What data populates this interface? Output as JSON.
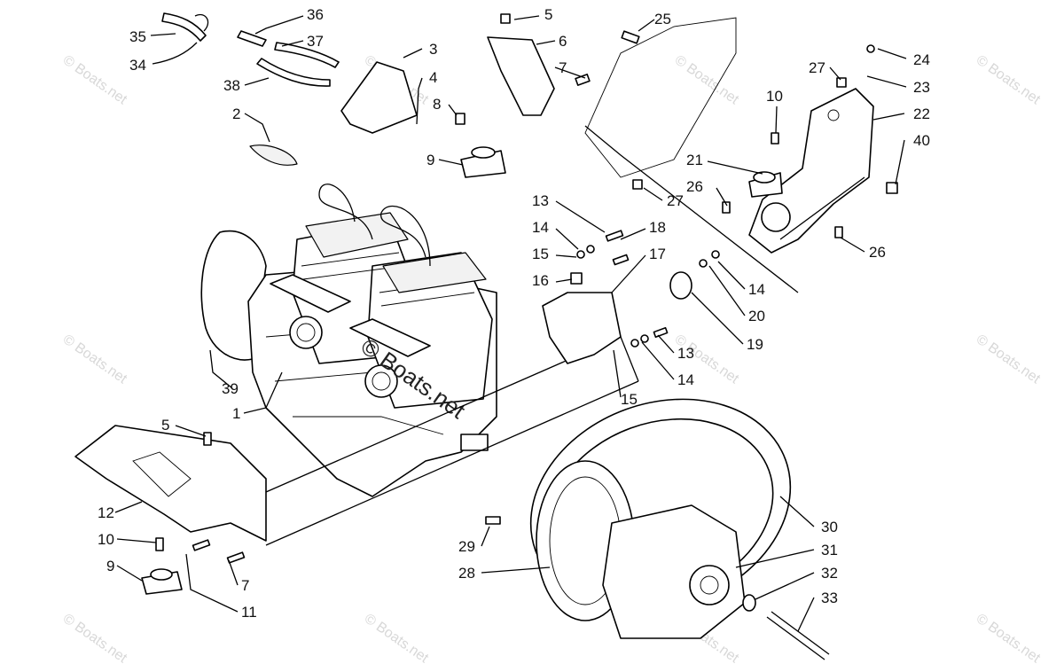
{
  "watermark": {
    "text": "© Boats.net",
    "center_text": "© Boats.net"
  },
  "callouts": [
    {
      "id": "c35",
      "label": "35"
    },
    {
      "id": "c34",
      "label": "34"
    },
    {
      "id": "c36",
      "label": "36"
    },
    {
      "id": "c37",
      "label": "37"
    },
    {
      "id": "c38",
      "label": "38"
    },
    {
      "id": "c3",
      "label": "3"
    },
    {
      "id": "c4",
      "label": "4"
    },
    {
      "id": "c2",
      "label": "2"
    },
    {
      "id": "c5a",
      "label": "5"
    },
    {
      "id": "c6",
      "label": "6"
    },
    {
      "id": "c7a",
      "label": "7"
    },
    {
      "id": "c8",
      "label": "8"
    },
    {
      "id": "c9a",
      "label": "9"
    },
    {
      "id": "c25",
      "label": "25"
    },
    {
      "id": "c24",
      "label": "24"
    },
    {
      "id": "c27a",
      "label": "27"
    },
    {
      "id": "c23",
      "label": "23"
    },
    {
      "id": "c10a",
      "label": "10"
    },
    {
      "id": "c22",
      "label": "22"
    },
    {
      "id": "c40",
      "label": "40"
    },
    {
      "id": "c21",
      "label": "21"
    },
    {
      "id": "c26a",
      "label": "26"
    },
    {
      "id": "c27b",
      "label": "27"
    },
    {
      "id": "c26b",
      "label": "26"
    },
    {
      "id": "c13a",
      "label": "13"
    },
    {
      "id": "c14a",
      "label": "14"
    },
    {
      "id": "c18",
      "label": "18"
    },
    {
      "id": "c15a",
      "label": "15"
    },
    {
      "id": "c17",
      "label": "17"
    },
    {
      "id": "c16",
      "label": "16"
    },
    {
      "id": "c14b",
      "label": "14"
    },
    {
      "id": "c20",
      "label": "20"
    },
    {
      "id": "c19",
      "label": "19"
    },
    {
      "id": "c13b",
      "label": "13"
    },
    {
      "id": "c14c",
      "label": "14"
    },
    {
      "id": "c15b",
      "label": "15"
    },
    {
      "id": "c39",
      "label": "39"
    },
    {
      "id": "c1",
      "label": "1"
    },
    {
      "id": "c5b",
      "label": "5"
    },
    {
      "id": "c12",
      "label": "12"
    },
    {
      "id": "c10b",
      "label": "10"
    },
    {
      "id": "c9b",
      "label": "9"
    },
    {
      "id": "c7b",
      "label": "7"
    },
    {
      "id": "c11",
      "label": "11"
    },
    {
      "id": "c29",
      "label": "29"
    },
    {
      "id": "c28",
      "label": "28"
    },
    {
      "id": "c30",
      "label": "30"
    },
    {
      "id": "c31",
      "label": "31"
    },
    {
      "id": "c32",
      "label": "32"
    },
    {
      "id": "c33",
      "label": "33"
    }
  ]
}
